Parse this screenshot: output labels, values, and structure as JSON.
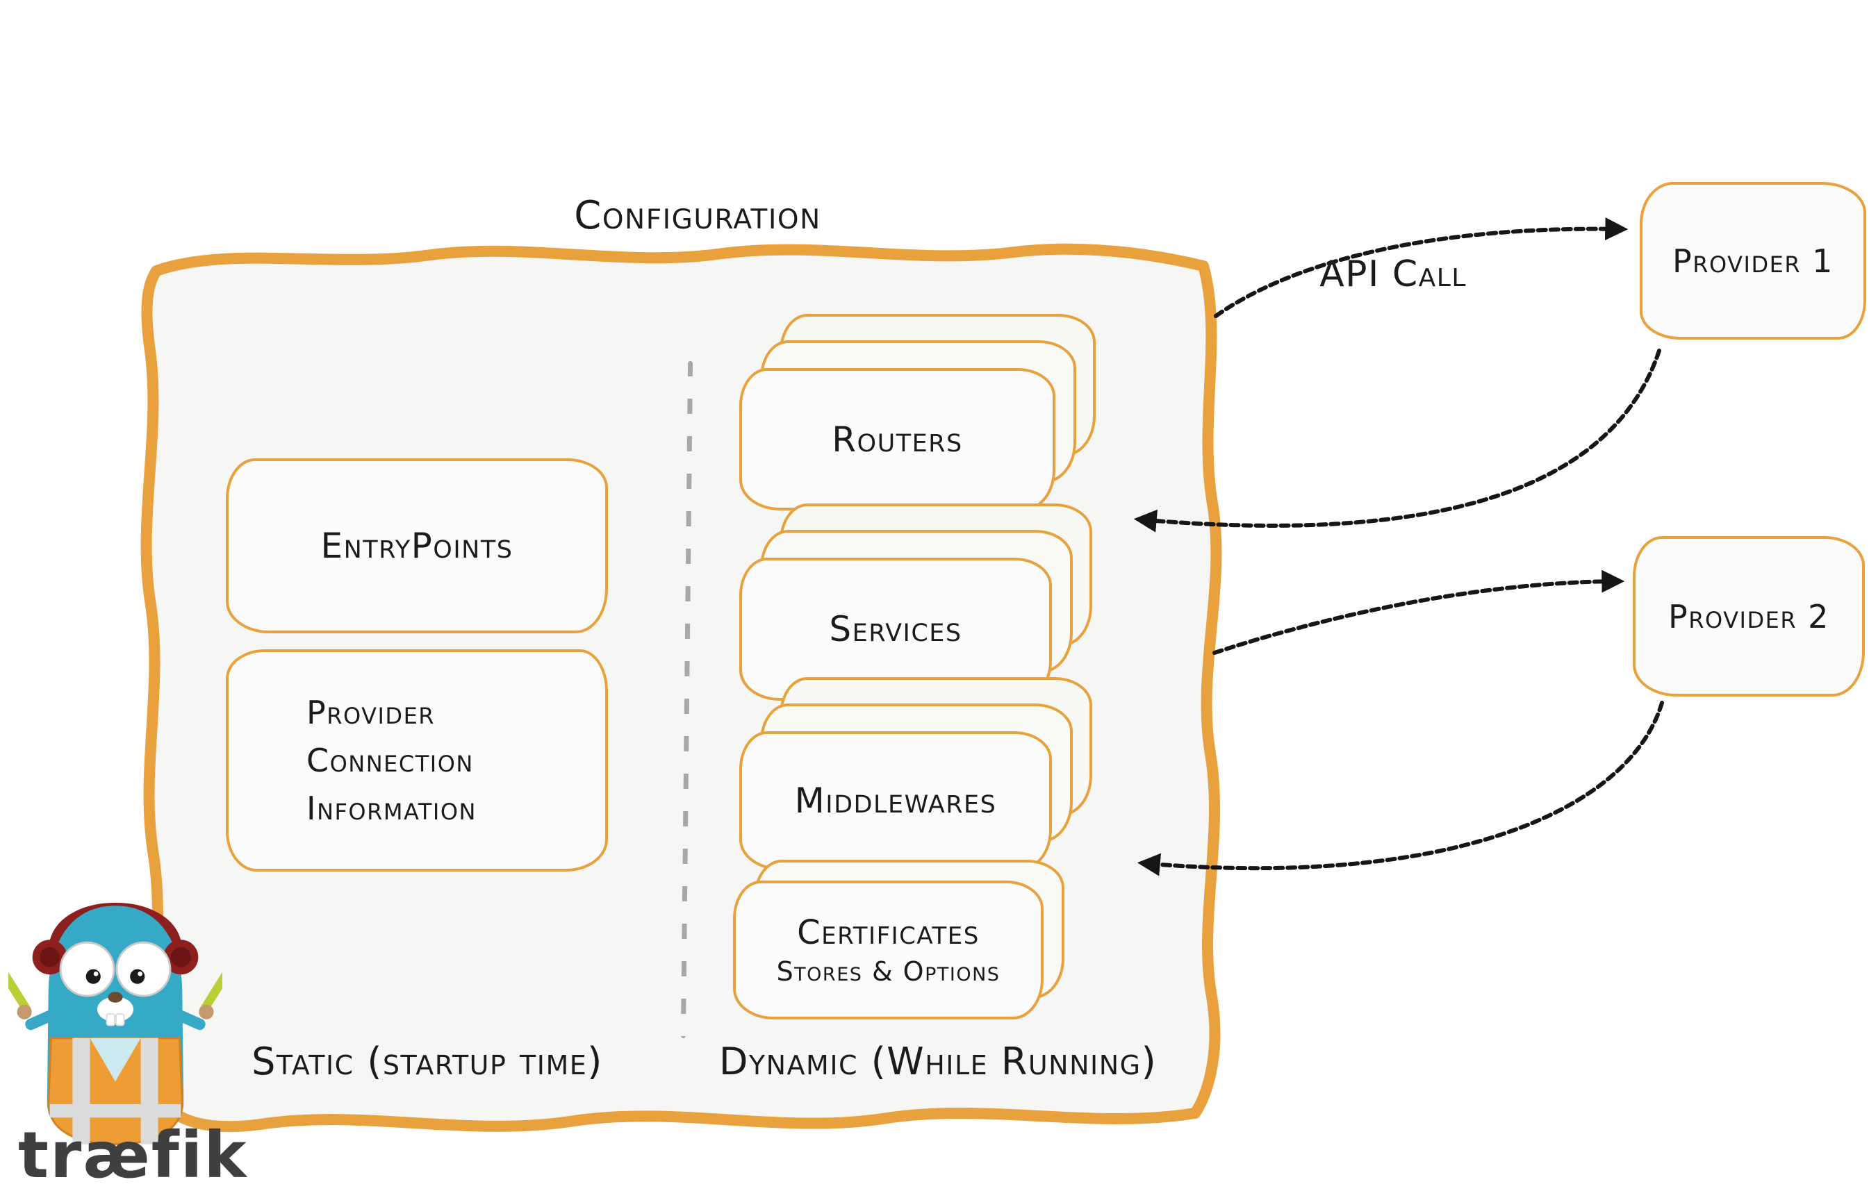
{
  "title": "Configuration",
  "static_section": {
    "entrypoints_label": "EntryPoints",
    "provider_info_lines": [
      "Provider",
      "Connection",
      "Information"
    ],
    "caption": "Static (startup time)"
  },
  "dynamic_section": {
    "routers_label": "Routers",
    "services_label": "Services",
    "middlewares_label": "Middlewares",
    "certificates_title": "Certificates",
    "certificates_subtitle": "Stores & Options",
    "caption": "Dynamic (While Running)"
  },
  "providers": [
    "Provider 1",
    "Provider 2"
  ],
  "api_call_label": "API Call",
  "logo": {
    "wordmark": "træfik"
  },
  "colors": {
    "orange": "#E8A13C",
    "panel_fill": "#F6F6F4",
    "card_fill": "#FCFCFC",
    "text": "#1B1B1B",
    "arrow": "#161616",
    "divider_gray": "#9A9A9A",
    "gopher_blue": "#36A9C6",
    "vest_orange": "#ED9D34",
    "headphone_red": "#8E1F1F",
    "glowstick_green": "#B9CF33"
  }
}
